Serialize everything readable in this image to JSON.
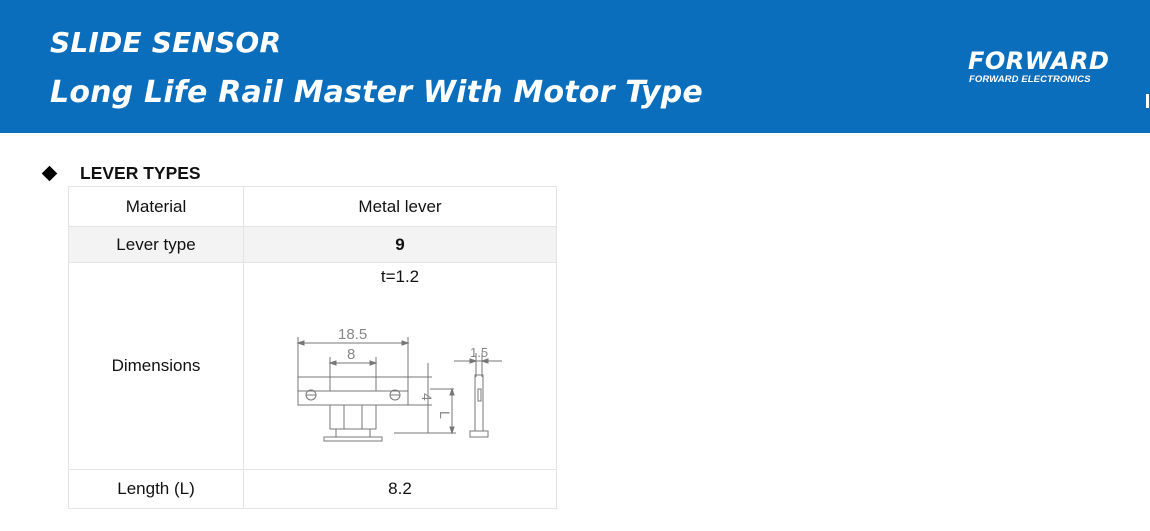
{
  "header": {
    "title_line1": "SLIDE SENSOR",
    "title_line2": "Long Life Rail Master With Motor Type",
    "logo_main": "FORWARD",
    "logo_sub": "FORWARD ELECTRONICS",
    "background_color": "#0a6ebd"
  },
  "section": {
    "icon": "diamond-bullet-icon",
    "title": "LEVER TYPES"
  },
  "table": {
    "rows": [
      {
        "label": "Material",
        "value": "Metal lever"
      },
      {
        "label": "Lever type",
        "value": "9"
      },
      {
        "label": "Dimensions",
        "value": "t=1.2"
      },
      {
        "label": "Length (L)",
        "value": "8.2"
      }
    ],
    "drawing": {
      "dim_overall": "18.5",
      "dim_inner": "8",
      "dim_height": "4",
      "dim_length": "L",
      "dim_side": "1.5"
    }
  }
}
